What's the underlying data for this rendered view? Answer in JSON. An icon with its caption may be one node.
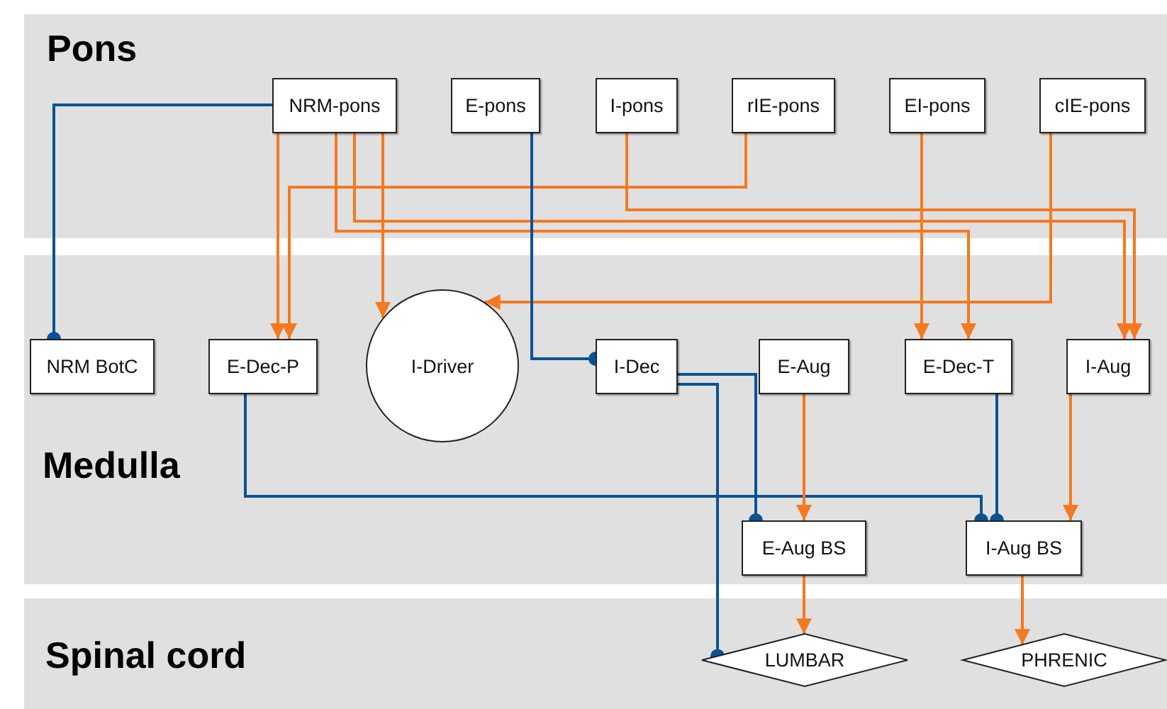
{
  "diagram": {
    "nodes": [
      {
        "text": [
          "Pons"
        ]
      },
      {
        "text": [
          "NRM-pons"
        ],
        "in": 0
      },
      {
        "text": [
          "E-pons"
        ],
        "in": 0
      },
      {
        "text": [
          "I-pons"
        ],
        "in": 0
      },
      {
        "text": [
          "rIE-pons"
        ],
        "in": 0
      },
      {
        "text": [
          "EI-pons"
        ],
        "in": 0
      },
      {
        "text": [
          "cIE-pons"
        ],
        "in": 0
      },
      {
        "text": [
          "Medulla"
        ]
      },
      {
        "text": [
          "NRM BotC"
        ],
        "in": 7
      },
      {
        "text": [
          "E-Dec-P"
        ],
        "in": 7
      },
      {
        "text": [
          "I-Driver"
        ],
        "in": 7
      },
      {
        "text": [
          "I-Dec"
        ],
        "in": 7
      },
      {
        "text": [
          "E-Aug"
        ],
        "in": 7
      },
      {
        "text": [
          "E-Dec-T"
        ],
        "in": 7
      },
      {
        "text": [
          "I-Aug"
        ],
        "in": 7
      },
      {
        "text": [
          "E-Aug BS"
        ],
        "in": 7
      },
      {
        "text": [
          "I-Aug BS"
        ],
        "in": 7
      },
      {
        "text": [
          "Spinal cord"
        ]
      },
      {
        "text": [
          "LUMBAR"
        ],
        "in": 17
      },
      {
        "text": [
          "PHRENIC"
        ],
        "in": 17
      }
    ],
    "edges": [
      {
        "from": 1,
        "to": 8,
        "arrow": "other",
        "color": "#0b5394"
      },
      {
        "from": 1,
        "to": 9,
        "arrow": "to"
      },
      {
        "from": 4,
        "to": 9,
        "arrow": "to"
      },
      {
        "from": 1,
        "to": 10,
        "arrow": "to"
      },
      {
        "from": 1,
        "to": 13,
        "arrow": "to"
      },
      {
        "from": 1,
        "to": 14,
        "arrow": "to"
      },
      {
        "from": 3,
        "to": 14,
        "arrow": "to"
      },
      {
        "from": 5,
        "to": 13,
        "arrow": "to"
      },
      {
        "from": 6,
        "to": 10,
        "arrow": "to"
      },
      {
        "from": 2,
        "to": 11,
        "arrow": "other",
        "color": "#0b5394"
      },
      {
        "from": 11,
        "to": 15,
        "arrow": "other",
        "color": "#0b5394"
      },
      {
        "from": 11,
        "to": 18,
        "arrow": "other",
        "color": "#0b5394"
      },
      {
        "from": 9,
        "to": 16,
        "arrow": "other",
        "color": "#0b5394"
      },
      {
        "from": 13,
        "to": 16,
        "arrow": "other",
        "color": "#0b5394"
      },
      {
        "from": 12,
        "to": 15,
        "arrow": "to"
      },
      {
        "from": 14,
        "to": 16,
        "arrow": "to"
      },
      {
        "from": 15,
        "to": 18,
        "arrow": "to"
      },
      {
        "from": 16,
        "to": 19,
        "arrow": "to"
      }
    ]
  }
}
